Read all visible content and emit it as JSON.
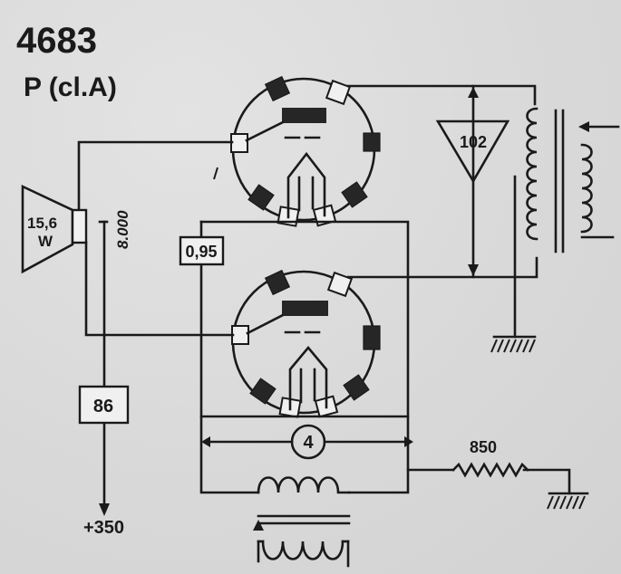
{
  "header": {
    "code": "4683",
    "mode": "P (cl.A)"
  },
  "speaker": {
    "power_line1": "15,6",
    "power_line2": "W",
    "impedance": "8.000"
  },
  "components": {
    "r_cathode_top": "0,95",
    "r_plate_supply": "86",
    "supply_voltage": "+350",
    "amplifier_gain": "102",
    "filament_value": "4",
    "r_grid": "850"
  },
  "colors": {
    "ink": "#1a1a1a",
    "paper": "#dcdcdc",
    "pin_light": "#f0f0f0"
  }
}
